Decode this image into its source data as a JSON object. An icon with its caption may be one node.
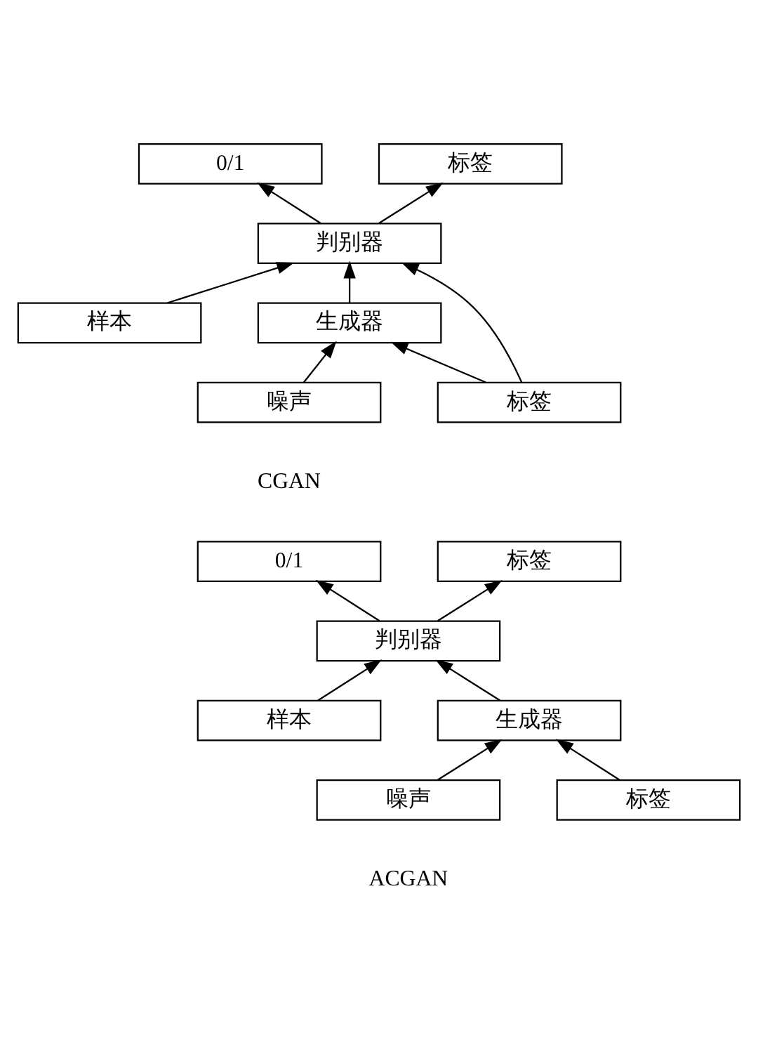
{
  "diagram": {
    "nodes": [
      {
        "text": [
          "0/1"
        ]
      },
      {
        "text": [
          "标签"
        ]
      },
      {
        "text": [
          "判别器"
        ]
      },
      {
        "text": [
          "样本"
        ]
      },
      {
        "text": [
          "生成器"
        ]
      },
      {
        "text": [
          "噪声"
        ]
      },
      {
        "text": [
          "标签"
        ]
      },
      {
        "text": [
          "0/1"
        ]
      },
      {
        "text": [
          "标签"
        ]
      },
      {
        "text": [
          "判别器"
        ]
      },
      {
        "text": [
          "样本"
        ]
      },
      {
        "text": [
          "生成器"
        ]
      },
      {
        "text": [
          "噪声"
        ]
      },
      {
        "text": [
          "标签"
        ]
      }
    ],
    "edges": [
      {
        "from": 2,
        "to": 0,
        "arrow": "to"
      },
      {
        "from": 2,
        "to": 1,
        "arrow": "to"
      },
      {
        "from": 4,
        "to": 2,
        "arrow": "to"
      },
      {
        "from": 3,
        "to": 2,
        "arrow": "to"
      },
      {
        "from": 6,
        "to": 2,
        "arrow": "to"
      },
      {
        "from": 5,
        "to": 4,
        "arrow": "to"
      },
      {
        "from": 6,
        "to": 4,
        "arrow": "to"
      },
      {
        "from": 9,
        "to": 7,
        "arrow": "to"
      },
      {
        "from": 9,
        "to": 8,
        "arrow": "to"
      },
      {
        "from": 11,
        "to": 9,
        "arrow": "to"
      },
      {
        "from": 10,
        "to": 9,
        "arrow": "to"
      },
      {
        "from": 12,
        "to": 11,
        "arrow": "to"
      },
      {
        "from": 13,
        "to": 11,
        "arrow": "to"
      }
    ],
    "labels": [
      "CGAN",
      "ACGAN"
    ]
  }
}
